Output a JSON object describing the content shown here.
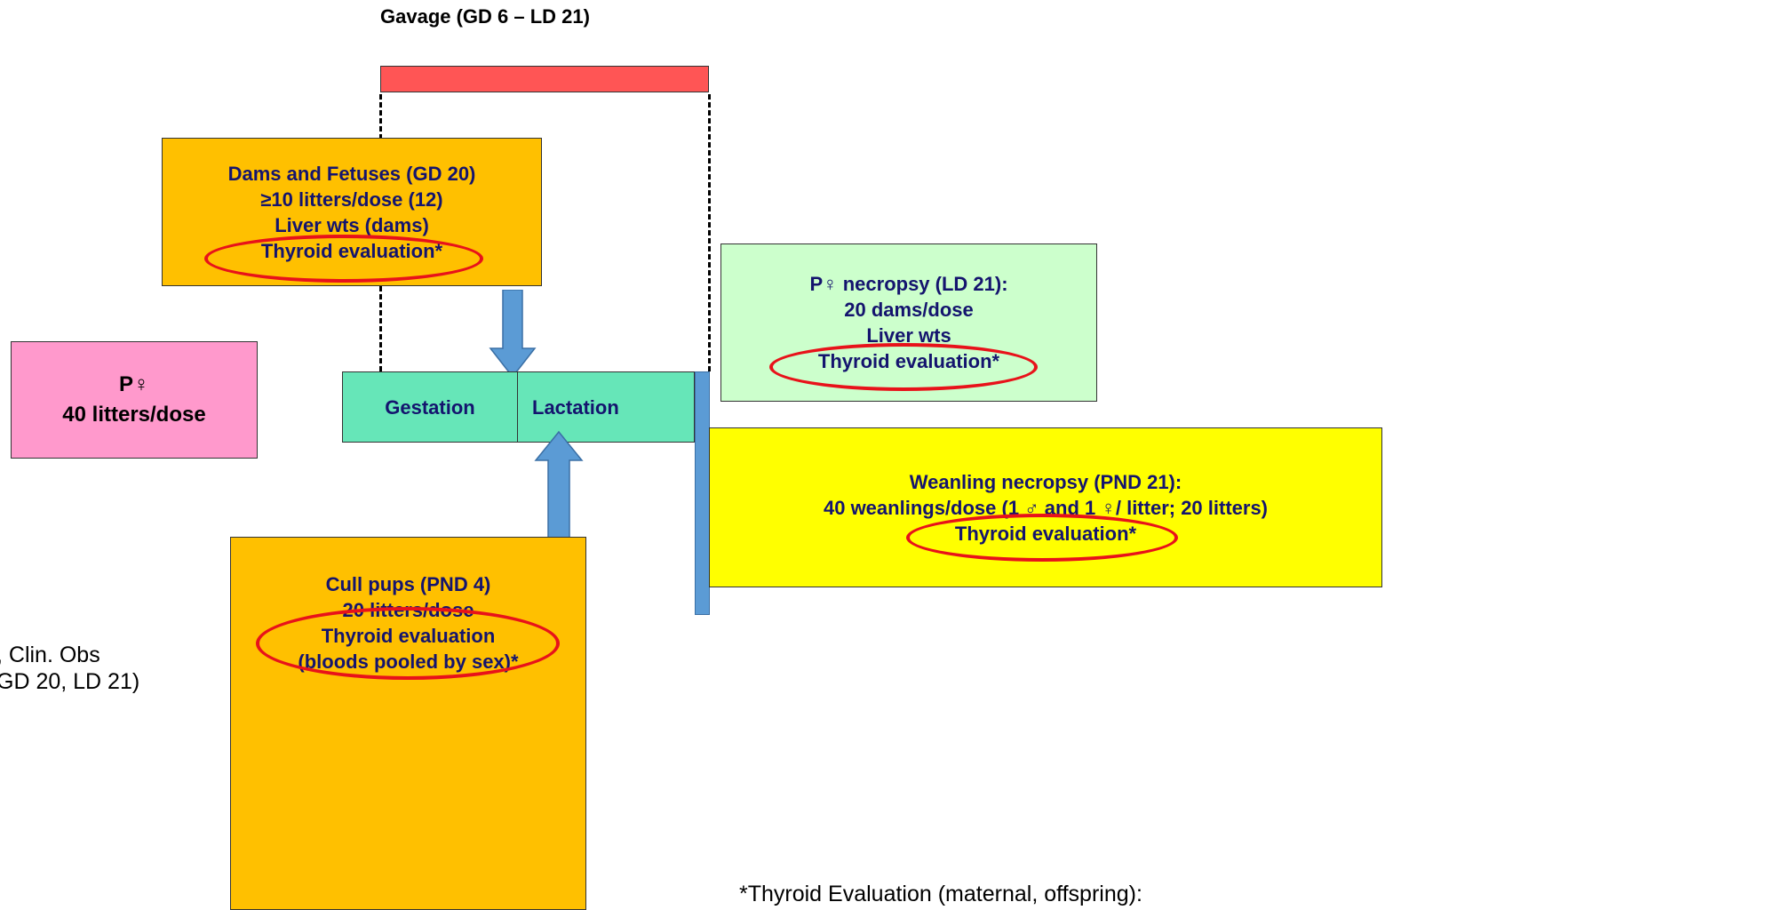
{
  "gavage": {
    "label": "Gavage (GD 6 – LD 21)"
  },
  "dams_fetuses": {
    "lines": [
      "Dams and Fetuses (GD 20)",
      "≥10 litters/dose (12)",
      "Liver wts (dams)",
      "Thyroid evaluation*"
    ]
  },
  "p_female_necropsy": {
    "lines": [
      "P♀ necropsy (LD 21):",
      "20 dams/dose",
      "Liver wts",
      "Thyroid evaluation*"
    ]
  },
  "p_female": {
    "lines": [
      "P♀",
      "40 litters/dose"
    ]
  },
  "gestation": {
    "label": "Gestation"
  },
  "lactation": {
    "label": "Lactation"
  },
  "weanling": {
    "lines": [
      "Weanling necropsy (PND 21):",
      "40 weanlings/dose (1 ♂ and 1 ♀/ litter; 20 litters)",
      "Thyroid evaluation*"
    ]
  },
  "cull_pups": {
    "lines": [
      "Cull pups (PND 4)",
      "20 litters/dose",
      "Thyroid evaluation",
      "(bloods pooled by sex)*"
    ]
  },
  "left_note": {
    "lines": [
      ", Clin. Obs",
      "GD 20, LD 21)"
    ]
  },
  "footnote": {
    "text": "*Thyroid Evaluation (maternal, offspring):"
  },
  "colors": {
    "gavage_bar": "#ff5555",
    "orange_box": "#ffc000",
    "green_box": "#ccffcc",
    "pink_box": "#ff99cc",
    "teal_box": "#66e6b8",
    "yellow_box": "#ffff00",
    "arrow": "#5b9bd5",
    "oval": "#e8121a",
    "text_navy": "#14146e"
  }
}
